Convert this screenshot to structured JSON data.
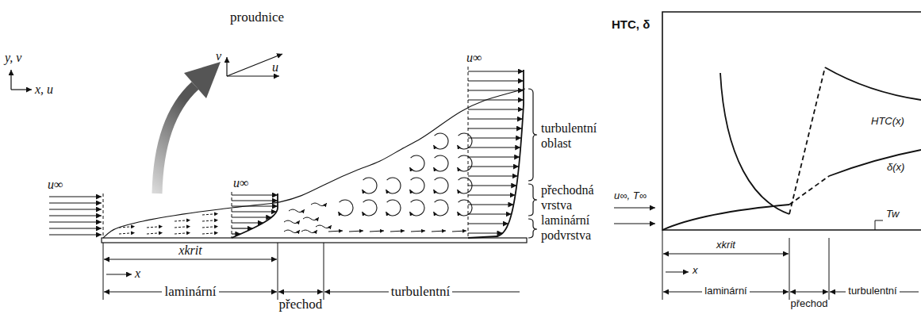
{
  "diagram": {
    "labels": [
      "proudnice",
      "v",
      "u",
      "y, v",
      "x, u",
      "u∞",
      "u∞",
      "u∞",
      "turbulentní oblast",
      "přechodná vrstva",
      "laminární podvrstva",
      "xkrit",
      "x",
      "laminární",
      "přechod",
      "turbulentní",
      "HTC, δ",
      "HTC(x)",
      "δ(x)",
      "u∞, T∞",
      "Tw",
      "xkrit",
      "x",
      "laminární",
      "přechod",
      "turbulentní"
    ]
  }
}
